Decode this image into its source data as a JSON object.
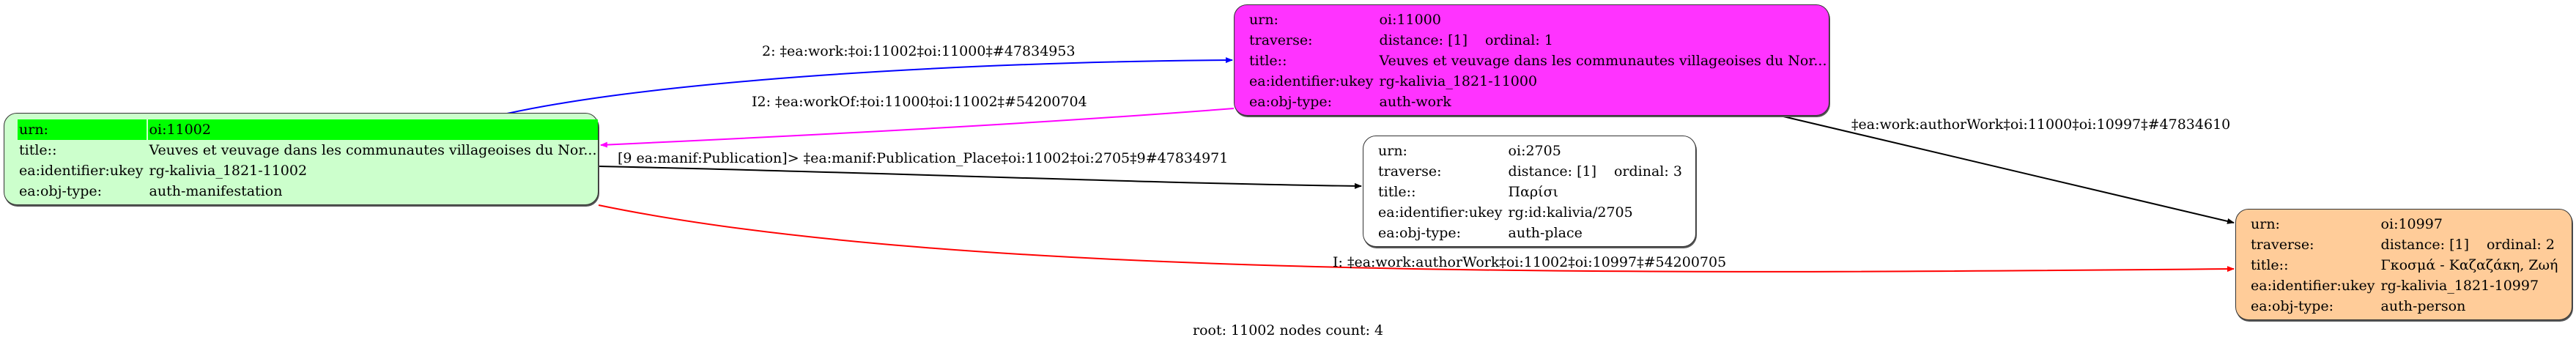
{
  "footer": "root: 11002 nodes count: 4",
  "colors": {
    "root_fill": "#ccffcc",
    "root_header": "#00ff00",
    "work_fill": "#ff33ff",
    "place_fill": "#ffffff",
    "person_fill": "#ffcc99",
    "edge_work": "#0000ff",
    "edge_workOf": "#ff00ff",
    "edge_default": "#000000",
    "edge_authorWork_inverse": "#ff0000"
  },
  "nodes": {
    "root": {
      "urn_key": "urn:",
      "urn": "oi:11002",
      "title_key": "title::",
      "title": "Veuves et veuvage dans les communautes villageoises du Nor...",
      "ukey_key": "ea:identifier:ukey",
      "ukey": "rg-kalivia_1821-11002",
      "type_key": "ea:obj-type:",
      "type": "auth-manifestation"
    },
    "work": {
      "urn_key": "urn:",
      "urn": "oi:11000",
      "traverse_key": "traverse:",
      "distance": "distance: [1]",
      "ordinal": "ordinal: 1",
      "title_key": "title::",
      "title": "Veuves et veuvage dans les communautes villageoises du Nor...",
      "ukey_key": "ea:identifier:ukey",
      "ukey": "rg-kalivia_1821-11000",
      "type_key": "ea:obj-type:",
      "type": "auth-work"
    },
    "place": {
      "urn_key": "urn:",
      "urn": "oi:2705",
      "traverse_key": "traverse:",
      "distance": "distance: [1]",
      "ordinal": "ordinal: 3",
      "title_key": "title::",
      "title": "Παρίσι",
      "ukey_key": "ea:identifier:ukey",
      "ukey": "rg:id:kalivia/2705",
      "type_key": "ea:obj-type:",
      "type": "auth-place"
    },
    "person": {
      "urn_key": "urn:",
      "urn": "oi:10997",
      "traverse_key": "traverse:",
      "distance": "distance: [1]",
      "ordinal": "ordinal: 2",
      "title_key": "title::",
      "title": "Γκοσμά - Καζαζάκη, Ζωή",
      "ukey_key": "ea:identifier:ukey",
      "ukey": "rg-kalivia_1821-10997",
      "type_key": "ea:obj-type:",
      "type": "auth-person"
    }
  },
  "edges": [
    {
      "id": "work",
      "from": "oi:11002",
      "to": "oi:11000",
      "label": "2: ‡ea:work:‡oi:11002‡oi:11000‡#47834953"
    },
    {
      "id": "workOf",
      "from": "oi:11000",
      "to": "oi:11002",
      "label": "I2: ‡ea:workOf:‡oi:11000‡oi:11002‡#54200704"
    },
    {
      "id": "pubplace",
      "from": "oi:11002",
      "to": "oi:2705",
      "label": "[9 ea:manif:Publication]> ‡ea:manif:Publication_Place‡oi:11002‡oi:2705‡9#47834971"
    },
    {
      "id": "authorwork",
      "from": "oi:11000",
      "to": "oi:10997",
      "label": "‡ea:work:authorWork‡oi:11000‡oi:10997‡#47834610"
    },
    {
      "id": "authorwork-inv",
      "from": "oi:11002",
      "to": "oi:10997",
      "label": "I: ‡ea:work:authorWork‡oi:11002‡oi:10997‡#54200705"
    }
  ]
}
